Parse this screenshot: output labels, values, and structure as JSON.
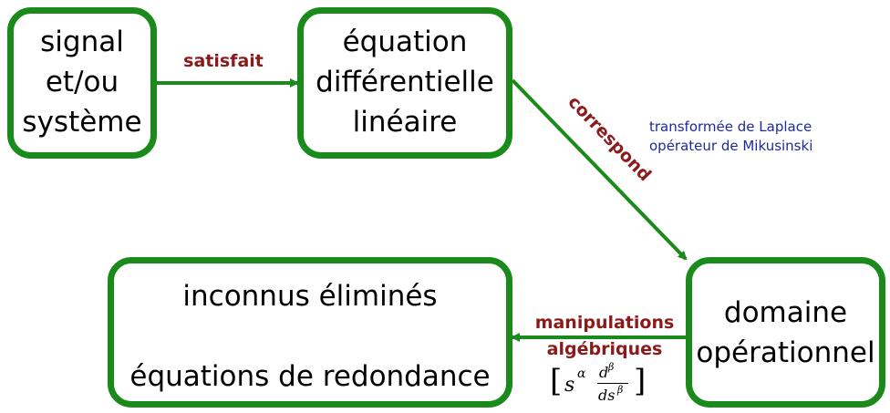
{
  "boxes": {
    "signal": {
      "lines": [
        "signal",
        "et/ou",
        "système"
      ]
    },
    "equation": {
      "lines": [
        "équation",
        "différentielle",
        "linéaire"
      ]
    },
    "domaine": {
      "lines": [
        "domaine",
        "opérationnel"
      ]
    },
    "inconnus": {
      "lines": [
        "inconnus éliminés",
        "équations de redondance"
      ]
    }
  },
  "edges": {
    "satisfait": "satisfait",
    "correspond": "correspond",
    "manipulations": "manipulations",
    "algebriques": "algébriques"
  },
  "notes": {
    "laplace": "transformée de Laplace",
    "mikusinski": "opérateur de Mikusinski"
  },
  "formula": {
    "base": "s",
    "exp": "α",
    "numer": "d",
    "numer_exp": "β",
    "denom": "ds",
    "denom_exp": "β"
  },
  "colors": {
    "box_border": "#1a8a1a",
    "arrow": "#1a8a1a",
    "edge_label": "#8b1a1a",
    "note": "#1f2a99"
  }
}
